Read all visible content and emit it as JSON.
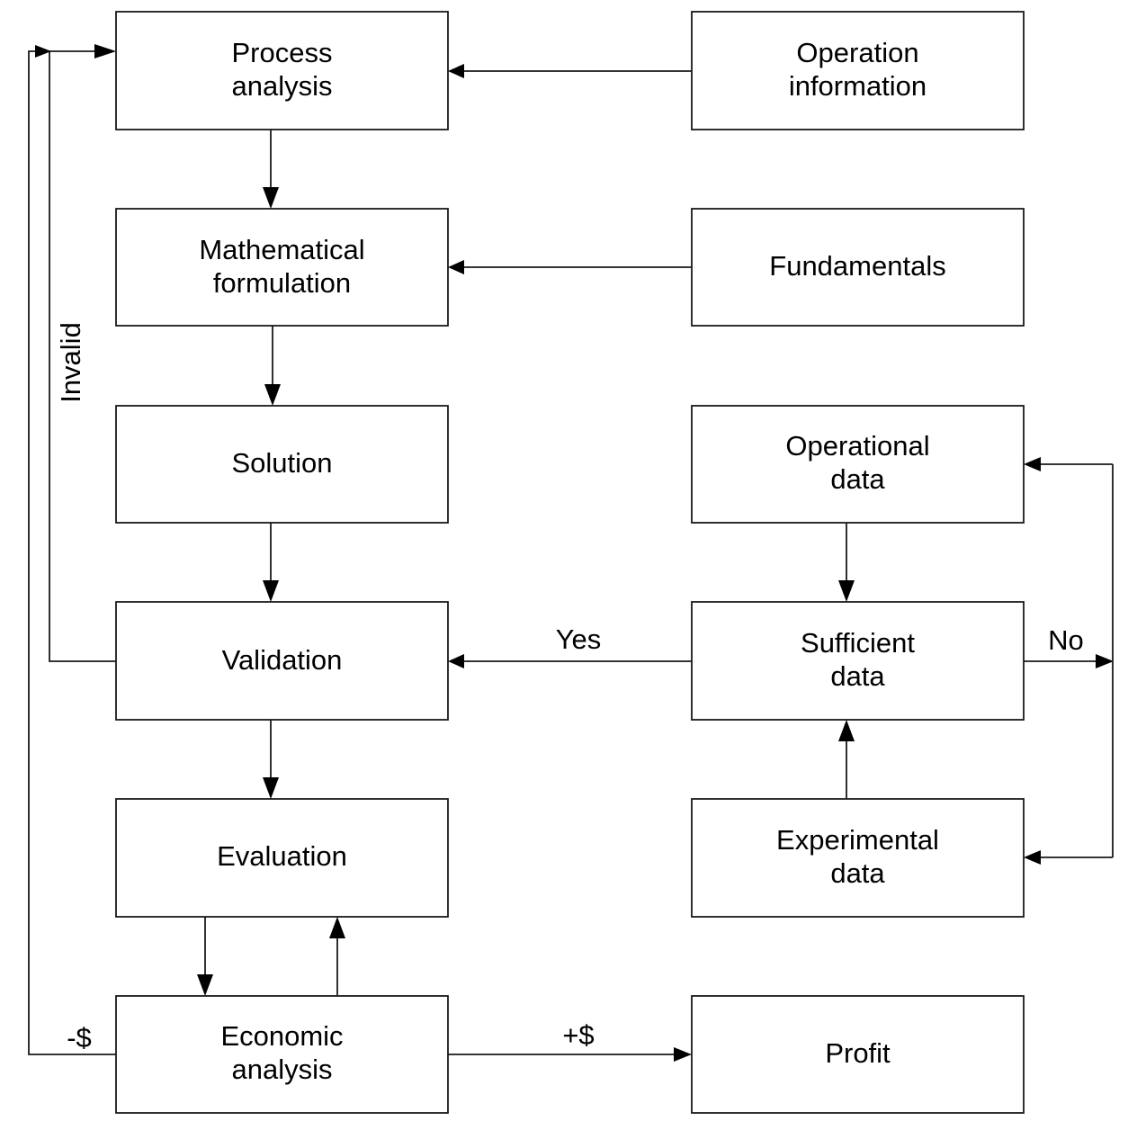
{
  "nodes": {
    "process_analysis": [
      "Process",
      "analysis"
    ],
    "operation_information": [
      "Operation",
      "information"
    ],
    "mathematical_formulation": [
      "Mathematical",
      "formulation"
    ],
    "fundamentals": [
      "Fundamentals"
    ],
    "solution": [
      "Solution"
    ],
    "operational_data": [
      "Operational",
      "data"
    ],
    "validation": [
      "Validation"
    ],
    "sufficient_data": [
      "Sufficient",
      "data"
    ],
    "evaluation": [
      "Evaluation"
    ],
    "experimental_data": [
      "Experimental",
      "data"
    ],
    "economic_analysis": [
      "Economic",
      "analysis"
    ],
    "profit": [
      "Profit"
    ]
  },
  "edge_labels": {
    "invalid": "Invalid",
    "yes": "Yes",
    "no": "No",
    "negative": "-$",
    "positive": "+$"
  }
}
